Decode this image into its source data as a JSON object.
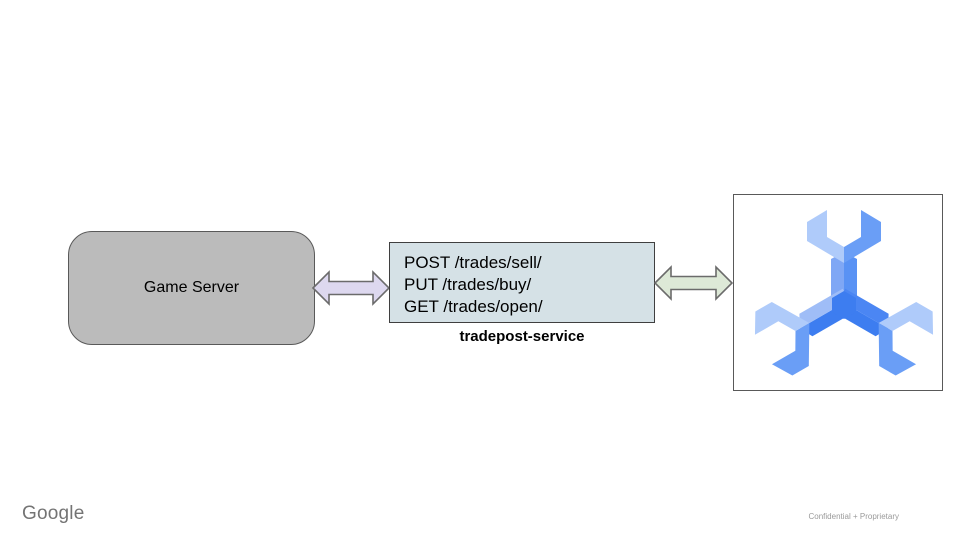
{
  "colors": {
    "canvas_bg": "#ffffff",
    "game_server_fill": "#bbbbbb",
    "game_server_border": "#595959",
    "service_fill": "#d5e1e6",
    "service_border": "#3f3f3f",
    "arrow_left_fill": "#ddd8ef",
    "arrow_right_fill": "#dde9d7",
    "arrow_stroke": "#6b6b6b",
    "logo_box_border": "#595959",
    "logo_light": "#afcbfa",
    "logo_mid": "#6a9ef6",
    "logo_beam_l": "#7fa7f5",
    "logo_beam_r": "#5992f4",
    "logo_semidark": "#4b86f3",
    "logo_dark": "#3d7df0",
    "logo_beam_lt": "#9fbdf7",
    "footer_text": "#747474",
    "confidential_text": "#9a9a9a"
  },
  "diagram": {
    "game_server": {
      "label": "Game Server"
    },
    "service": {
      "endpoints": [
        "POST /trades/sell/",
        "PUT /trades/buy/",
        "GET /trades/open/"
      ],
      "caption": "tradepost-service"
    },
    "logo": {
      "icon": "tri-wrench-logo"
    }
  },
  "footer": {
    "brand": "Google",
    "note": "Confidential + Proprietary"
  }
}
